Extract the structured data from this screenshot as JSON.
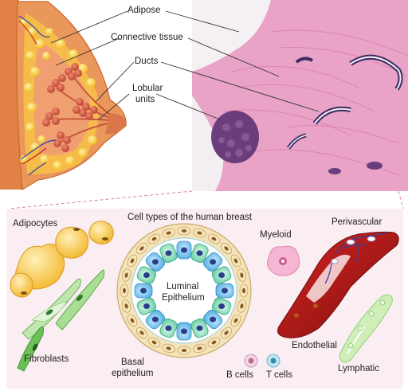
{
  "top_labels": {
    "adipose": "Adipose",
    "connective_tissue": "Connective tissue",
    "ducts": "Ducts",
    "lobular_units_line1": "Lobular",
    "lobular_units_line2": "units"
  },
  "panel": {
    "title": "Cell types of the human breast",
    "adipocytes": "Adipocytes",
    "fibroblasts": "Fibroblasts",
    "luminal_line1": "Luminal",
    "luminal_line2": "Epithelium",
    "basal_line1": "Basal",
    "basal_line2": "epithelium",
    "myeloid": "Myeloid",
    "perivascular": "Perivascular",
    "endothelial": "Endothelial",
    "b_cells": "B cells",
    "t_cells": "T cells",
    "lymphatic": "Lymphatic"
  },
  "colors": {
    "panel_bg": "#fbeef3",
    "breast_skin": "#e0894a",
    "fat": "#f7c531",
    "lobule": "#c94f3a",
    "histology": "#e89ac0",
    "basal": "#f2dfaf",
    "luminal_blue": "#5db6e8",
    "luminal_green": "#7fd6b6",
    "vessel_red": "#9c1a1a",
    "lymphatic_green": "#bfe6a8"
  }
}
